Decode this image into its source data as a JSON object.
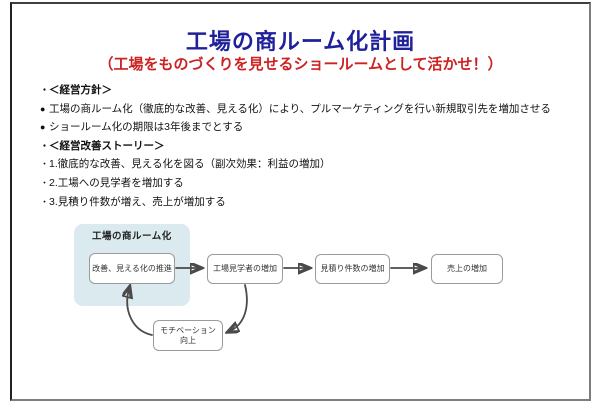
{
  "slide": {
    "title": "工場の商ルーム化計画",
    "subtitle": "（工場をものづくりを見せるショールームとして活かせ！）",
    "colors": {
      "title": "#20209a",
      "subtitle": "#cc2222",
      "flow_container": "#dbeaee",
      "box_border": "#9b9b9b",
      "arrow": "#4a4a4a"
    },
    "bullets": [
      {
        "marker": "・",
        "text": "＜経営方針＞"
      },
      {
        "marker": "●",
        "text": "工場の商ルーム化（徹底的な改善、見える化）により、プルマーケティングを行い新規取引先を増加させる"
      },
      {
        "marker": "●",
        "text": "ショールーム化の期限は3年後までとする"
      },
      {
        "marker": "・",
        "text": "＜経営改善ストーリー＞"
      },
      {
        "marker": "・",
        "text": "1.徹底的な改善、見える化を図る（副次効果：利益の増加）"
      },
      {
        "marker": "・",
        "text": "2.工場への見学者を増加する"
      },
      {
        "marker": "・",
        "text": "3.見積り件数が増え、売上が増加する"
      }
    ],
    "flowchart": {
      "container_label": "工場の商ルーム化",
      "boxes": [
        {
          "label": "改善、見える化の推進"
        },
        {
          "label": "工場見学者の増加"
        },
        {
          "label": "見積り件数の増加"
        },
        {
          "label": "売上の増加"
        },
        {
          "label": "モチベーション向上"
        }
      ]
    }
  }
}
